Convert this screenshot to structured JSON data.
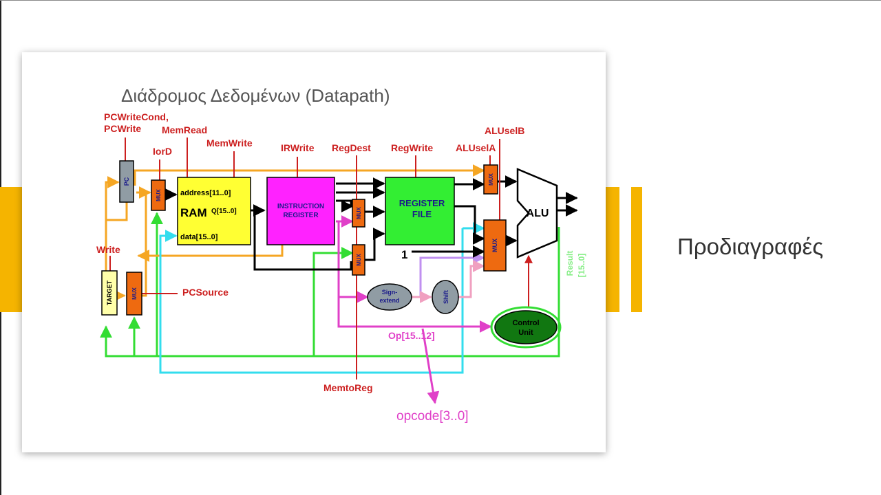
{
  "slide": {
    "diagram_title": "Διάδρομος Δεδομένων (Datapath)",
    "side_title": "Προδιαγραφές"
  },
  "control_signals": {
    "pcwritecond": "PCWriteCond,",
    "pcwrite": "PCWrite",
    "memread": "MemRead",
    "memwrite": "MemWrite",
    "iord": "IorD",
    "irwrite": "IRWrite",
    "regdest": "RegDest",
    "regwrite": "RegWrite",
    "aluselb": "ALUselB",
    "alusela": "ALUselA",
    "write": "Write",
    "pcsource": "PCSource",
    "memtoreg": "MemtoReg"
  },
  "blocks": {
    "pc": "PC",
    "target": "TARGET",
    "mux": "MUX",
    "ram": "RAM",
    "ram_address": "address[11..0]",
    "ram_q": "Q[15..0]",
    "ram_data": "data[15..0]",
    "ir_line1": "INSTRUCTION",
    "ir_line2": "REGISTER",
    "rf_line1": "REGISTER",
    "rf_line2": "FILE",
    "alu": "ALU",
    "sign_line1": "Sign-",
    "sign_line2": "extend",
    "shift": "Shift",
    "cu_line1": "Control",
    "cu_line2": "Unit",
    "one": "1"
  },
  "labels": {
    "op": "Op[15..12]",
    "opcode": "opcode[3..0]",
    "result_line1": "Result",
    "result_line2": "[15..0]"
  },
  "colors": {
    "signal_red": "#cc1f1f",
    "orange_wire": "#f5a623",
    "green_wire": "#33dd33",
    "cyan_wire": "#33ddee",
    "magenta_wire": "#e040c8",
    "lilac_wire": "#c090f0",
    "pink_wire": "#f0a0c0",
    "ram_fill": "#ffff33",
    "ir_fill": "#ff22ff",
    "rf_fill": "#33ee33",
    "mux_fill": "#ee6a10",
    "control_unit_fill": "#117711",
    "accent_bar": "#f5b400"
  }
}
